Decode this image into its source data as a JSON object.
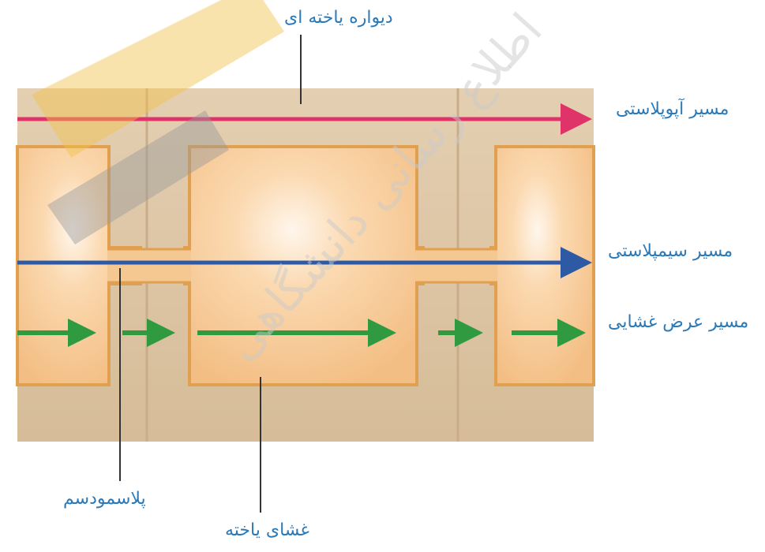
{
  "labels": {
    "cell_wall": "دیواره یاخته ای",
    "apoplast_path": "مسیر آپوپلاستی",
    "symplast_path": "مسیر سیمپلاستی",
    "transmembrane_path": "مسیر عرض غشایی",
    "plasmodesma": "پلاسمودسم",
    "cell_membrane": "غشای یاخته"
  },
  "watermark": "اطلاع رسانی دانشگاهی",
  "colors": {
    "apoplast_arrow": "#e0336a",
    "symplast_arrow": "#2e5aa5",
    "transmembrane_arrow": "#2f9a3f",
    "label_text": "#2a79b8",
    "cell_wall": "#dcc4a4",
    "cytoplasm": "#f6c690",
    "membrane_outline": "#e0a050"
  }
}
